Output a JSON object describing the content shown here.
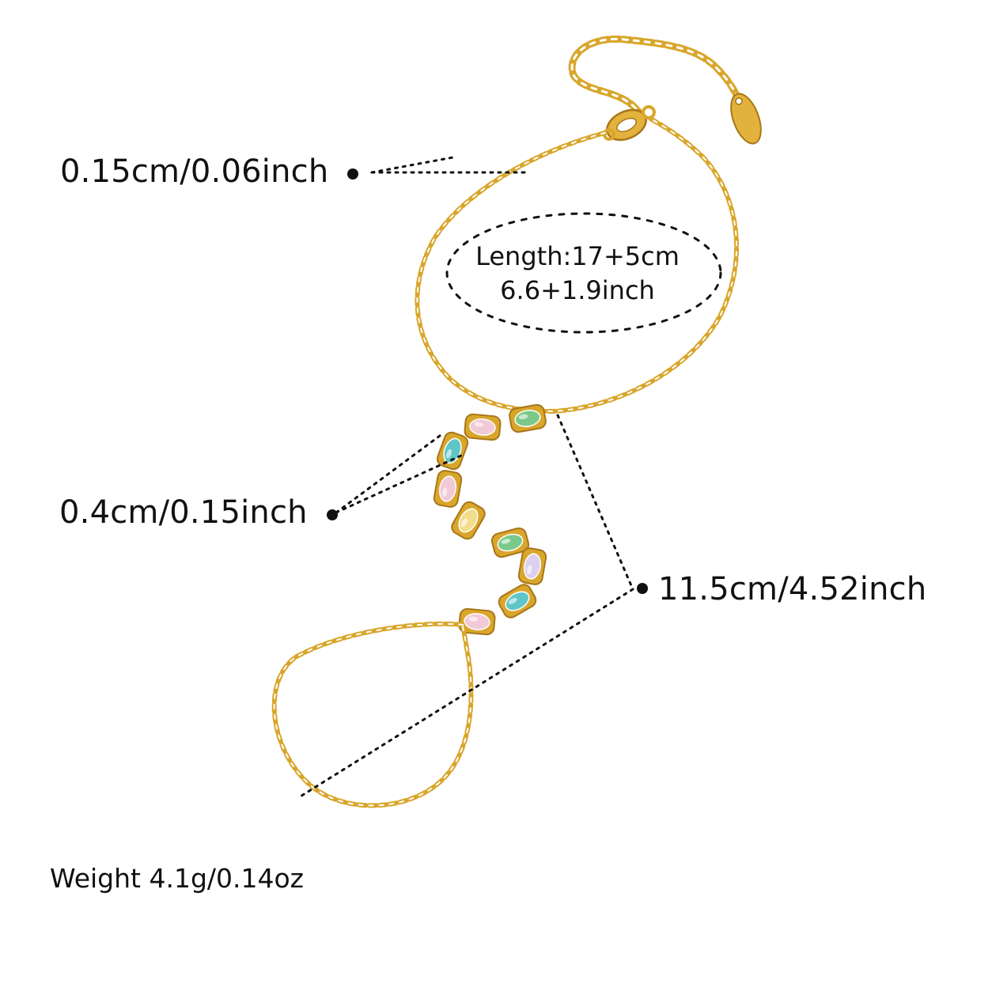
{
  "dimensions": {
    "chain_thickness": "0.15cm/0.06inch",
    "stone_width": "0.4cm/0.15inch",
    "connector_length": "11.5cm/4.52inch"
  },
  "length": {
    "cm": "Length:17+5cm",
    "inch": "6.6+1.9inch"
  },
  "weight": "Weight 4.1g/0.14oz",
  "colors": {
    "gold": "#d9a62c",
    "gold_dark": "#a8761a",
    "text": "#111111",
    "stone_pink": "#f2c9d6",
    "stone_teal": "#5fc6c8",
    "stone_green": "#7bc98a",
    "stone_yellow": "#f2dd8c",
    "stone_lavender": "#dcd0ee"
  },
  "icons": {
    "bullet": "filled-circle"
  }
}
